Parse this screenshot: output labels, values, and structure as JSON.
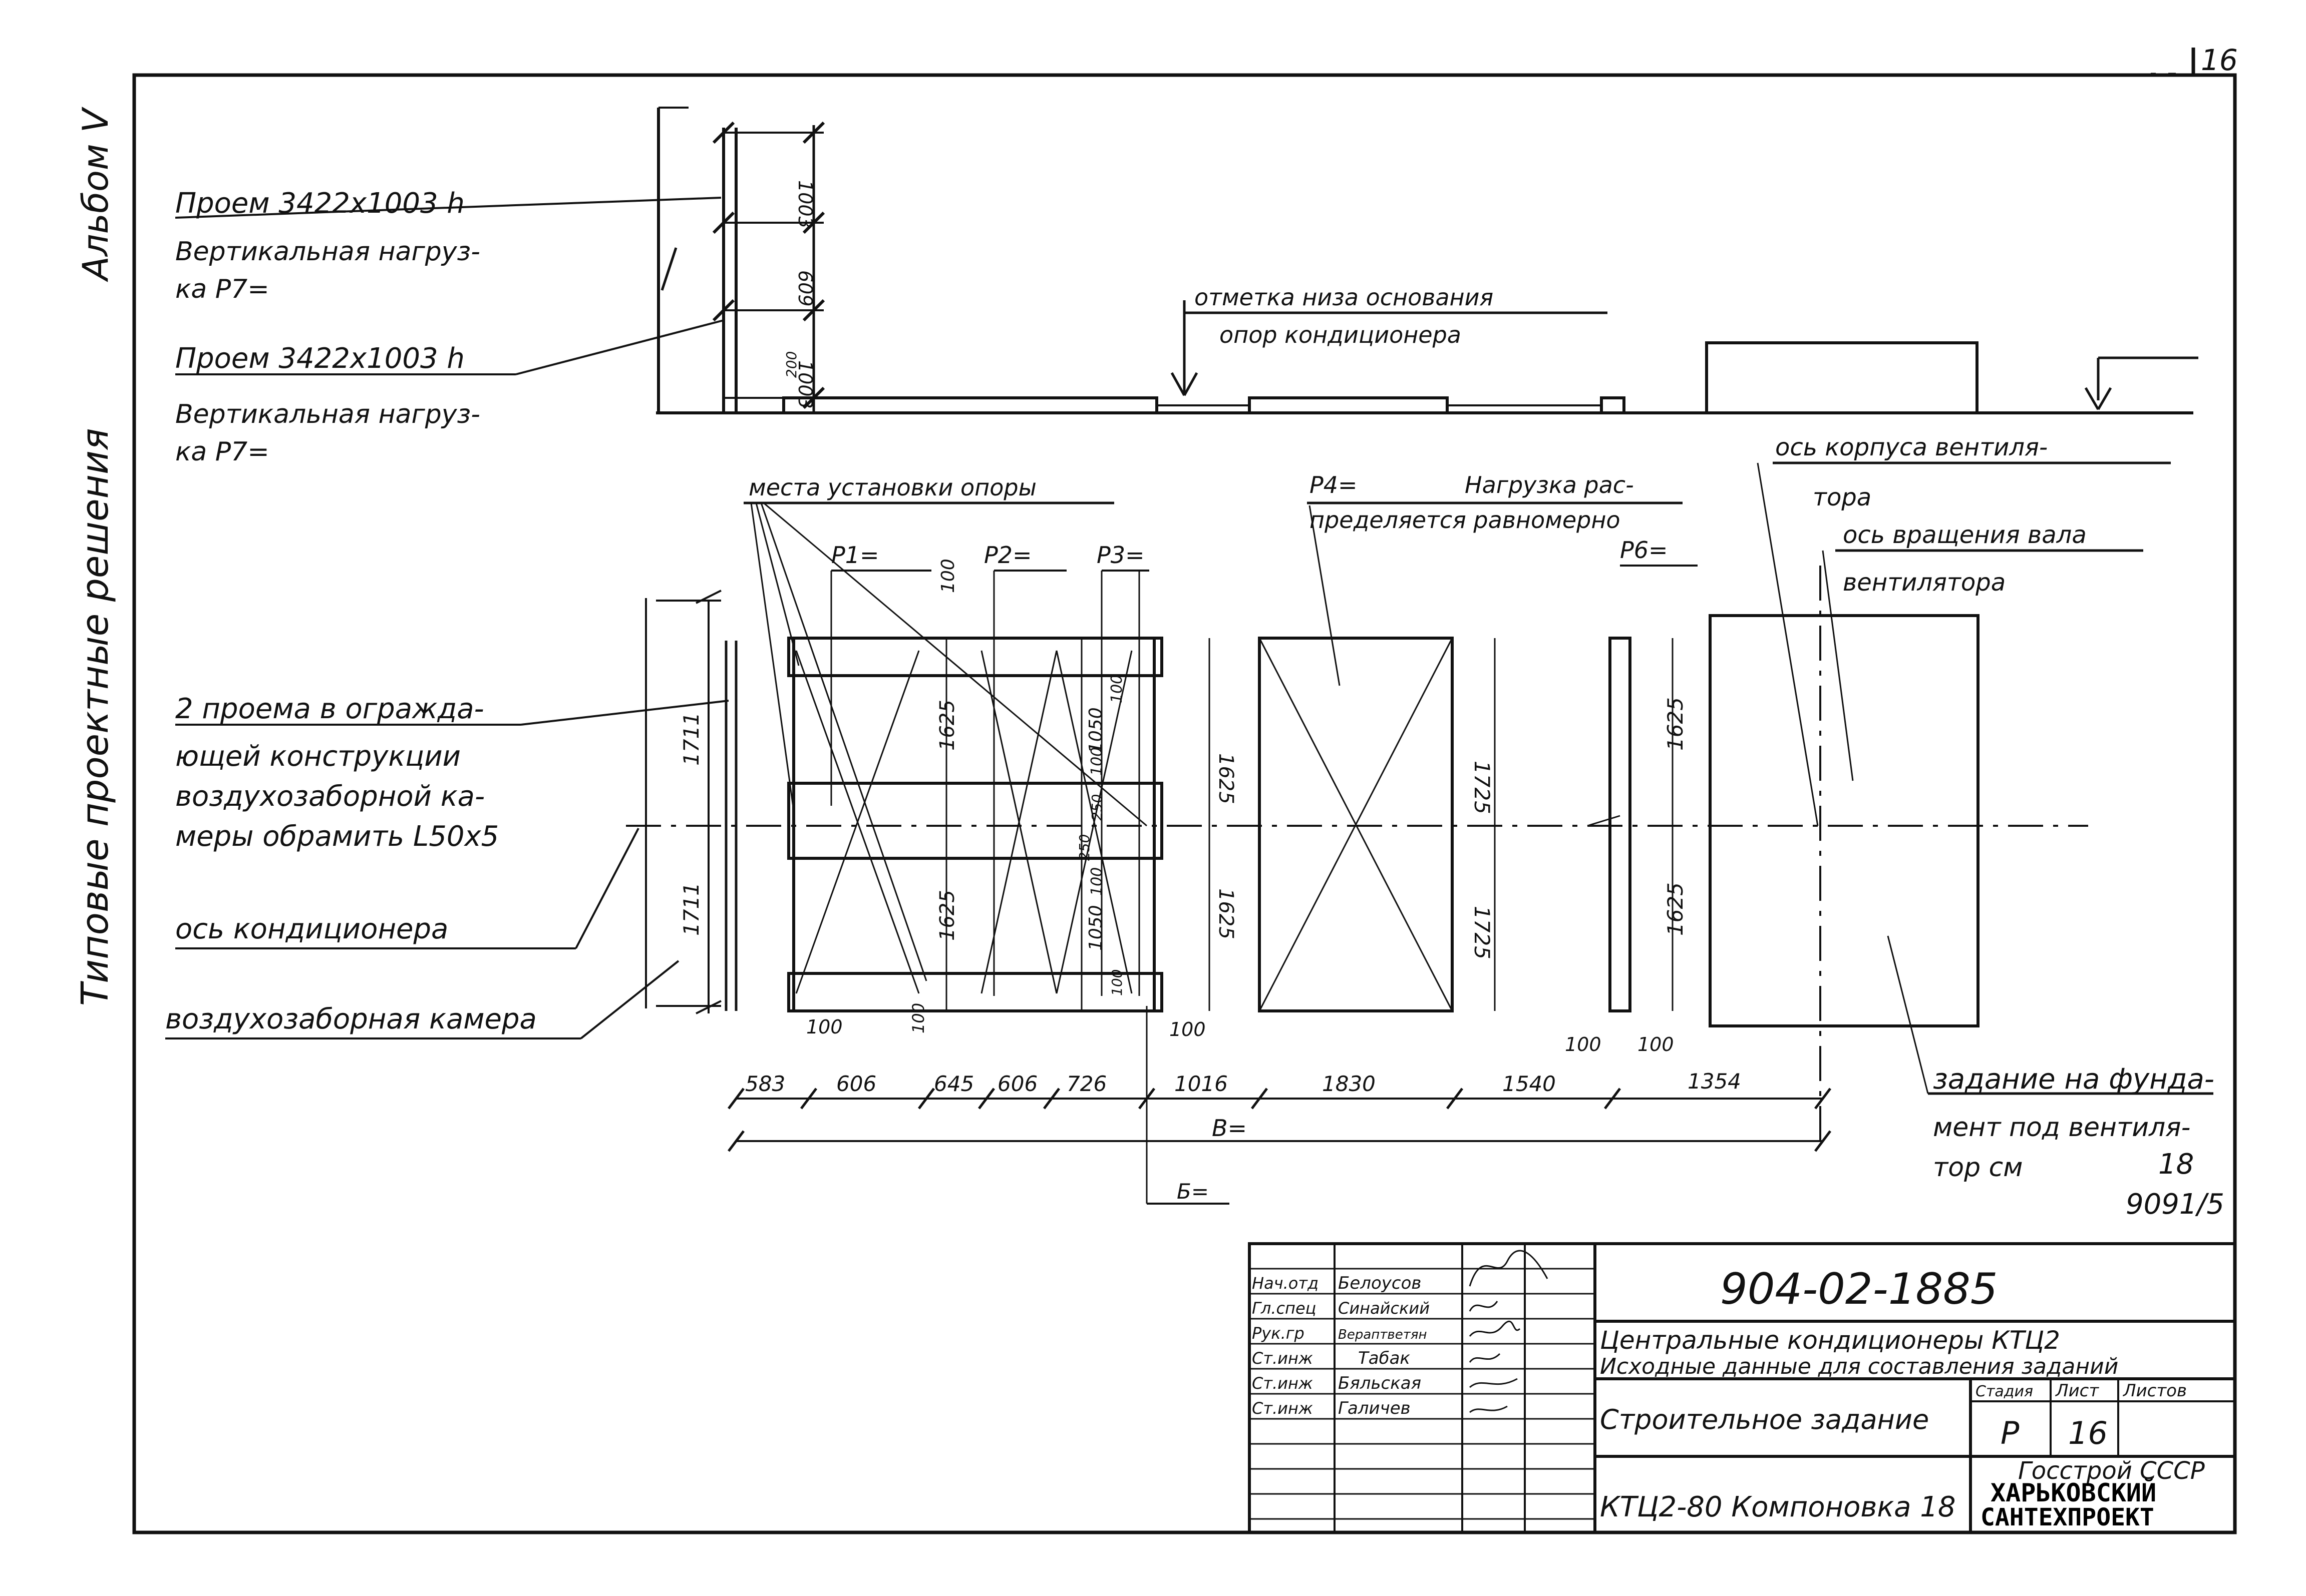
{
  "corner": {
    "page_mark": "16"
  },
  "side": {
    "album": "Альбом V",
    "series": "Типовые проектные решения"
  },
  "callouts": {
    "opening1_title": "Проем 3422x1003 h",
    "opening1_load_l1": "Вертикальная нагруз-",
    "opening1_load_l2": "ка P7=",
    "opening2_title": "Проем 3422x1003 h",
    "opening2_load_l1": "Вертикальная нагруз-",
    "opening2_load_l2": "ка P7=",
    "base_mark_l1": "отметка низа основания",
    "base_mark_l2": "опор кондиционера",
    "support_places": "места установки опоры",
    "p1": "P1=",
    "p2": "P2=",
    "p3": "P3=",
    "p4": "P4=",
    "p4_note_l1": "Нагрузка рас-",
    "p4_note_l2": "пределяется равномерно",
    "p6": "P6=",
    "fan_body_axis_l1": "ось корпуса вентиля-",
    "fan_body_axis_l2": "тора",
    "fan_shaft_axis_l1": "ось вращения вала",
    "fan_shaft_axis_l2": "вентилятора",
    "openings_note_l1": "2 проема в огражда-",
    "openings_note_l2": "ющей конструкции",
    "openings_note_l3": "воздухозаборной ка-",
    "openings_note_l4": "меры обрамить L50x5",
    "conditioner_axis": "ось кондиционера",
    "intake_chamber": "воздухозаборная камера",
    "fan_foundation_l1": "задание на фунда-",
    "fan_foundation_l2": "мент под вентиля-",
    "fan_foundation_l3": "тор см",
    "fan_foundation_ref_top": "18",
    "fan_foundation_ref_bottom": "9091/5",
    "b_total": "B=",
    "b_small": "Б="
  },
  "dimensions": {
    "elevation_vertical": [
      "1003",
      "609",
      "1003",
      "200"
    ],
    "left_heights": [
      "1711",
      "1711"
    ],
    "frame_vertical_left": [
      "100",
      "1625",
      "1625"
    ],
    "frame_vertical_mid": [
      "1050",
      "100",
      "100",
      "250",
      "250",
      "1050",
      "100",
      "100"
    ],
    "frame_vertical_right": [
      "1625",
      "1625"
    ],
    "chamber_heights": [
      "1725",
      "1725"
    ],
    "right_frame_heights": [
      "1625",
      "1625"
    ],
    "bottom_small": [
      "100",
      "100",
      "100",
      "100",
      "100"
    ],
    "horizontal_chain": [
      "583",
      "606",
      "645",
      "606",
      "726",
      "1016",
      "1830",
      "1540",
      "1354"
    ]
  },
  "title_block": {
    "doc_number": "904-02-1885",
    "roles": [
      "Нач.отд",
      "Гл.спец",
      "Рук.гр",
      "Ст.инж",
      "Ст.инж",
      "Ст.инж"
    ],
    "names": [
      "Белоусов",
      "Синайский",
      "Вераптветян",
      "Табак",
      "Бяльская",
      "Галичев"
    ],
    "title_l1": "Центральные кондиционеры КТЦ2",
    "title_l2": "Исходные данные для составления заданий",
    "sheet_title": "Строительное задание",
    "stage_label": "Стадия",
    "sheet_label": "Лист",
    "sheets_label": "Листов",
    "stage": "Р",
    "sheet": "16",
    "layout_name": "КТЦ2-80 Компоновка 18",
    "org_l1": "Госстрой СССР",
    "org_l2": "ХАРЬКОВСКИЙ",
    "org_l3": "САНТЕХПРОЕКТ"
  }
}
